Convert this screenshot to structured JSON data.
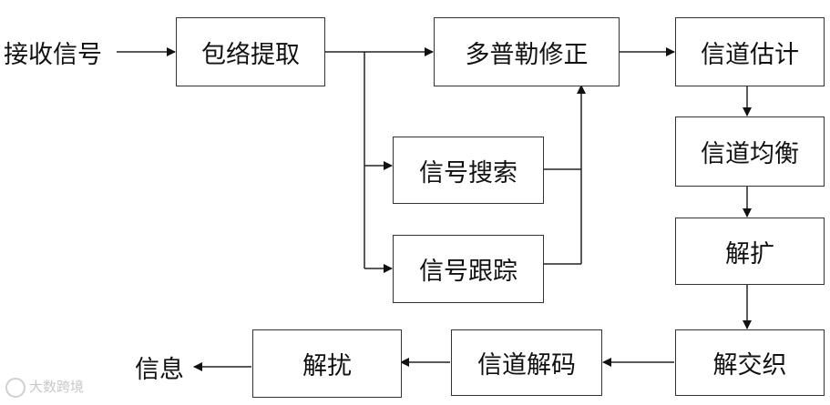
{
  "diagram": {
    "input_label": "接收信号",
    "output_label": "信息",
    "boxes": {
      "envelope": "包络提取",
      "doppler": "多普勒修正",
      "chest": "信道估计",
      "search": "信号搜索",
      "track": "信号跟踪",
      "equalize": "信道均衡",
      "despread": "解扩",
      "deinterleave": "解交织",
      "decode": "信道解码",
      "descramble": "解扰"
    }
  },
  "watermark": "大数跨境"
}
